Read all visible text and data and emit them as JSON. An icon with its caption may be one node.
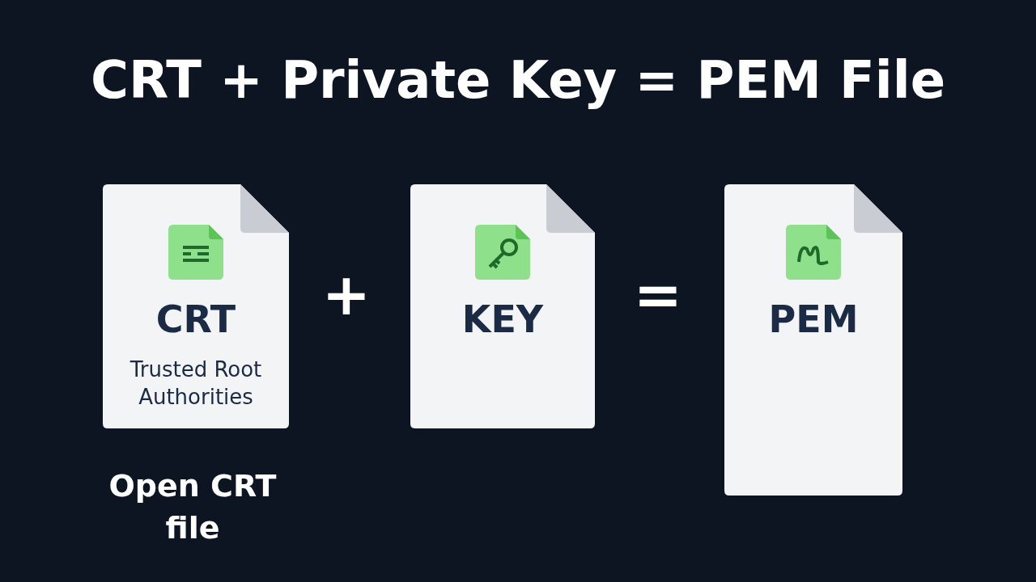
{
  "diagram": {
    "title": "CRT + Private Key = PEM File",
    "nodes": [
      {
        "text": [
          "CRT",
          "Trusted Root Authorities"
        ],
        "beside": [
          "Open CRT file"
        ]
      },
      {
        "text": [
          "KEY"
        ]
      },
      {
        "text": [
          "PEM"
        ]
      }
    ],
    "labels": [
      "+",
      "="
    ]
  }
}
